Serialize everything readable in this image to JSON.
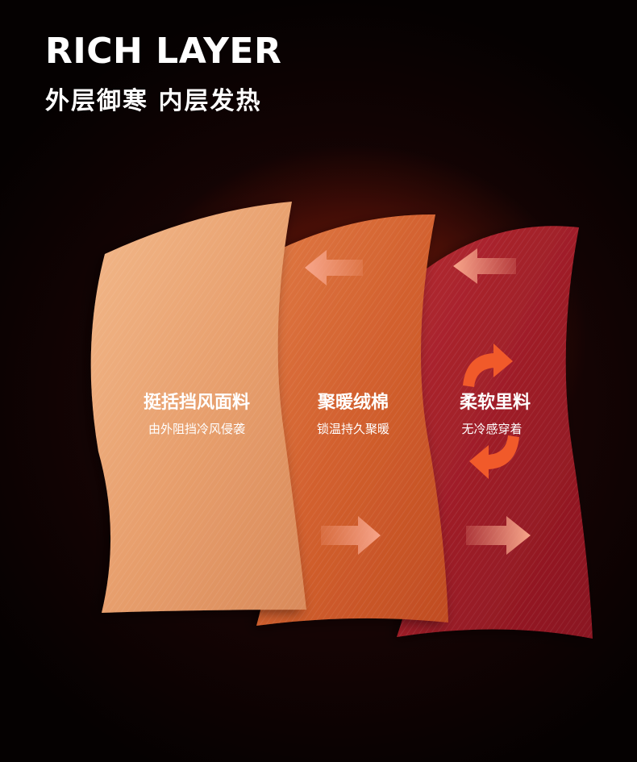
{
  "header": {
    "title": "RICH LAYER",
    "subtitle": "外层御寒  内层发热"
  },
  "layers": [
    {
      "title": "挺括挡风面料",
      "description": "由外阻挡冷风侵袭",
      "color": "#e8a06e"
    },
    {
      "title": "聚暖绒棉",
      "description": "锁温持久聚暖",
      "color": "#d2602e"
    },
    {
      "title": "柔软里料",
      "description": "无冷感穿着",
      "color": "#9e1e28"
    }
  ],
  "icons": {
    "arrow_left": "arrow-left-icon",
    "arrow_right": "arrow-right-icon",
    "cycle": "cycle-arrows-icon"
  }
}
